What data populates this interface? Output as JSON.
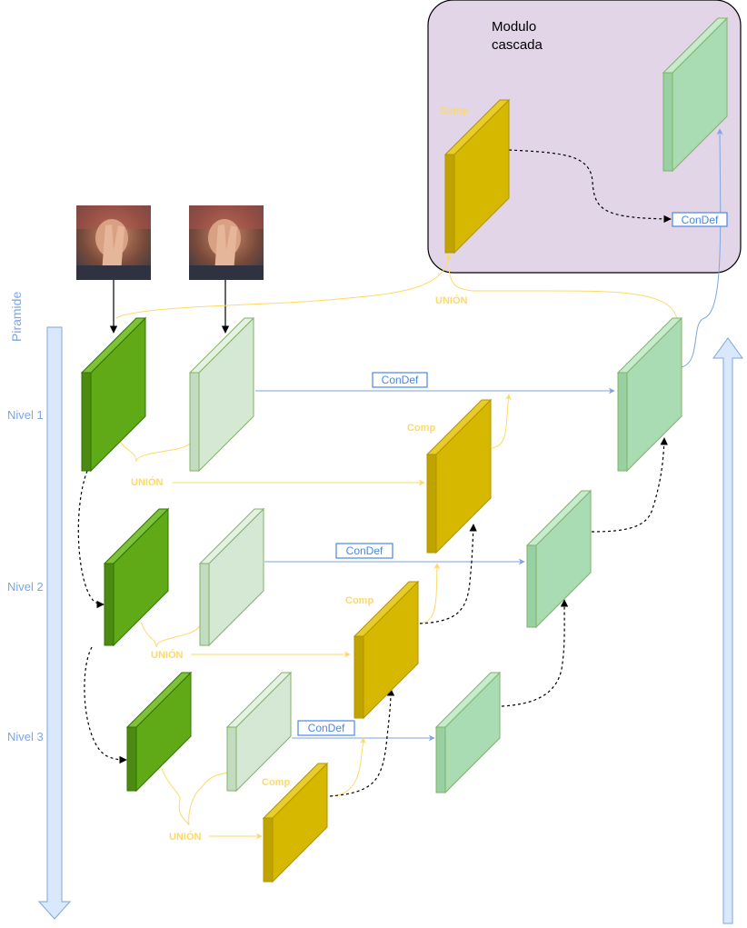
{
  "title": "Modulo\ncascada",
  "pyramid_label": "Piramide",
  "levels": [
    "Nivel 1",
    "Nivel 2",
    "Nivel 3"
  ],
  "labels": {
    "union": "UNIÓN",
    "comp": "Comp",
    "condef": "ConDef"
  },
  "colors": {
    "dark_green": "#60a917",
    "light_green_ref": "#d5e8d4",
    "output_green": "#a9dcb3",
    "comp_gold": "#d6b800",
    "cascade_bg": "#e1d5e7",
    "arrow_blue": "#7ea6e0",
    "union_yellow": "#ffd966"
  },
  "images": [
    "input-frame-1",
    "input-frame-2"
  ]
}
